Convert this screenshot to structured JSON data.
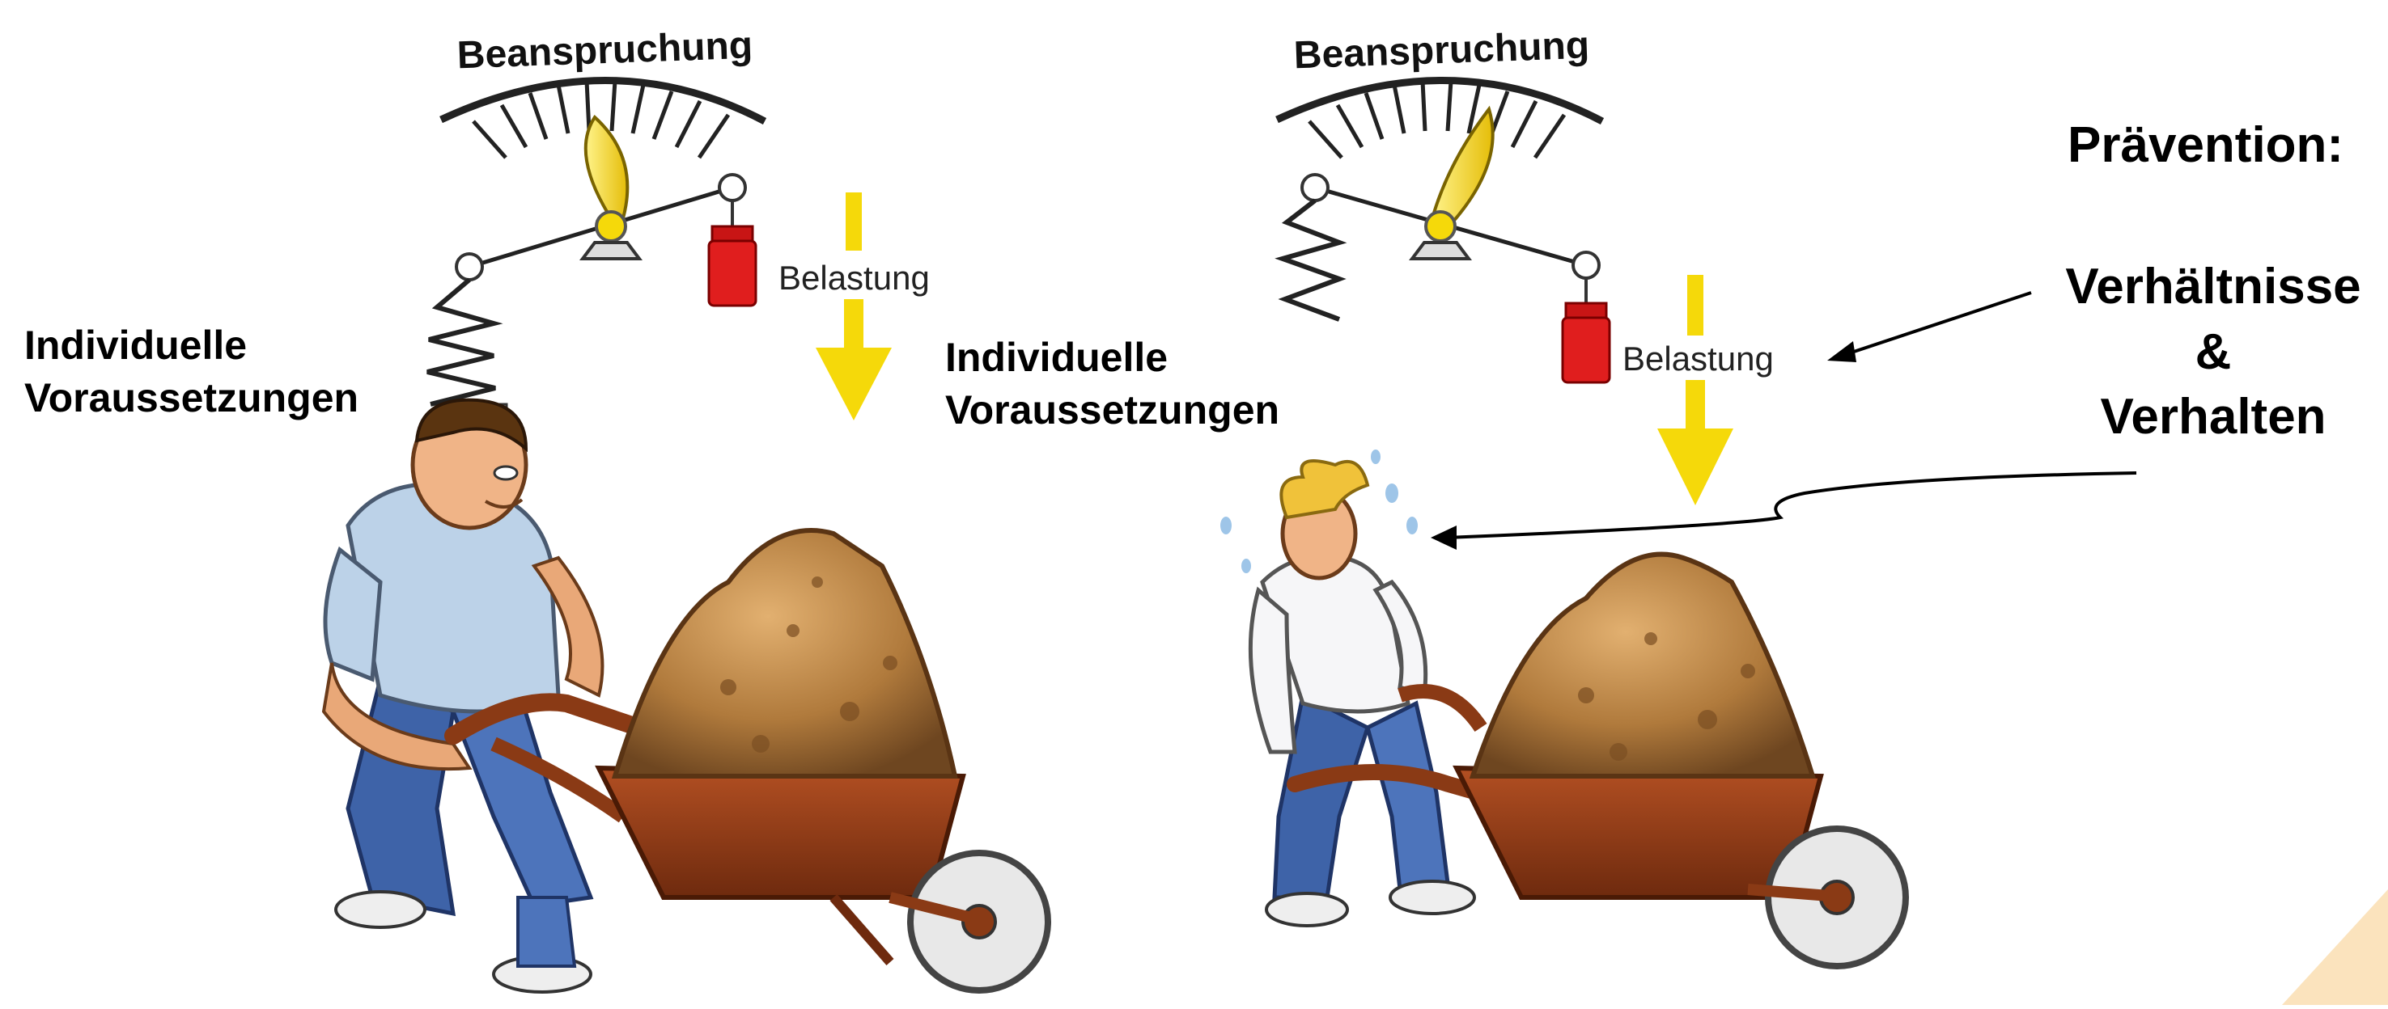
{
  "panels": [
    {
      "gauge_title": "Beanspruchung",
      "load_label": "Belastung",
      "person_label_line1": "Individuelle",
      "person_label_line2": "Voraussetzungen"
    },
    {
      "gauge_title": "Beanspruchung",
      "load_label": "Belastung",
      "person_label_line1": "Individuelle",
      "person_label_line2": "Voraussetzungen"
    }
  ],
  "prevention": {
    "title": "Prävention:",
    "line1": "Verhältnisse",
    "line2": "&",
    "line3": "Verhalten"
  },
  "colors": {
    "needle": "#f2d322",
    "weight": "#e01e1e",
    "arrow": "#f5d90a",
    "soil": "#b07a3c",
    "barrow": "#8a3a15",
    "shirt_left": "#bcd2e8",
    "jeans": "#3e63a8",
    "corner": "#fbe3bd"
  }
}
